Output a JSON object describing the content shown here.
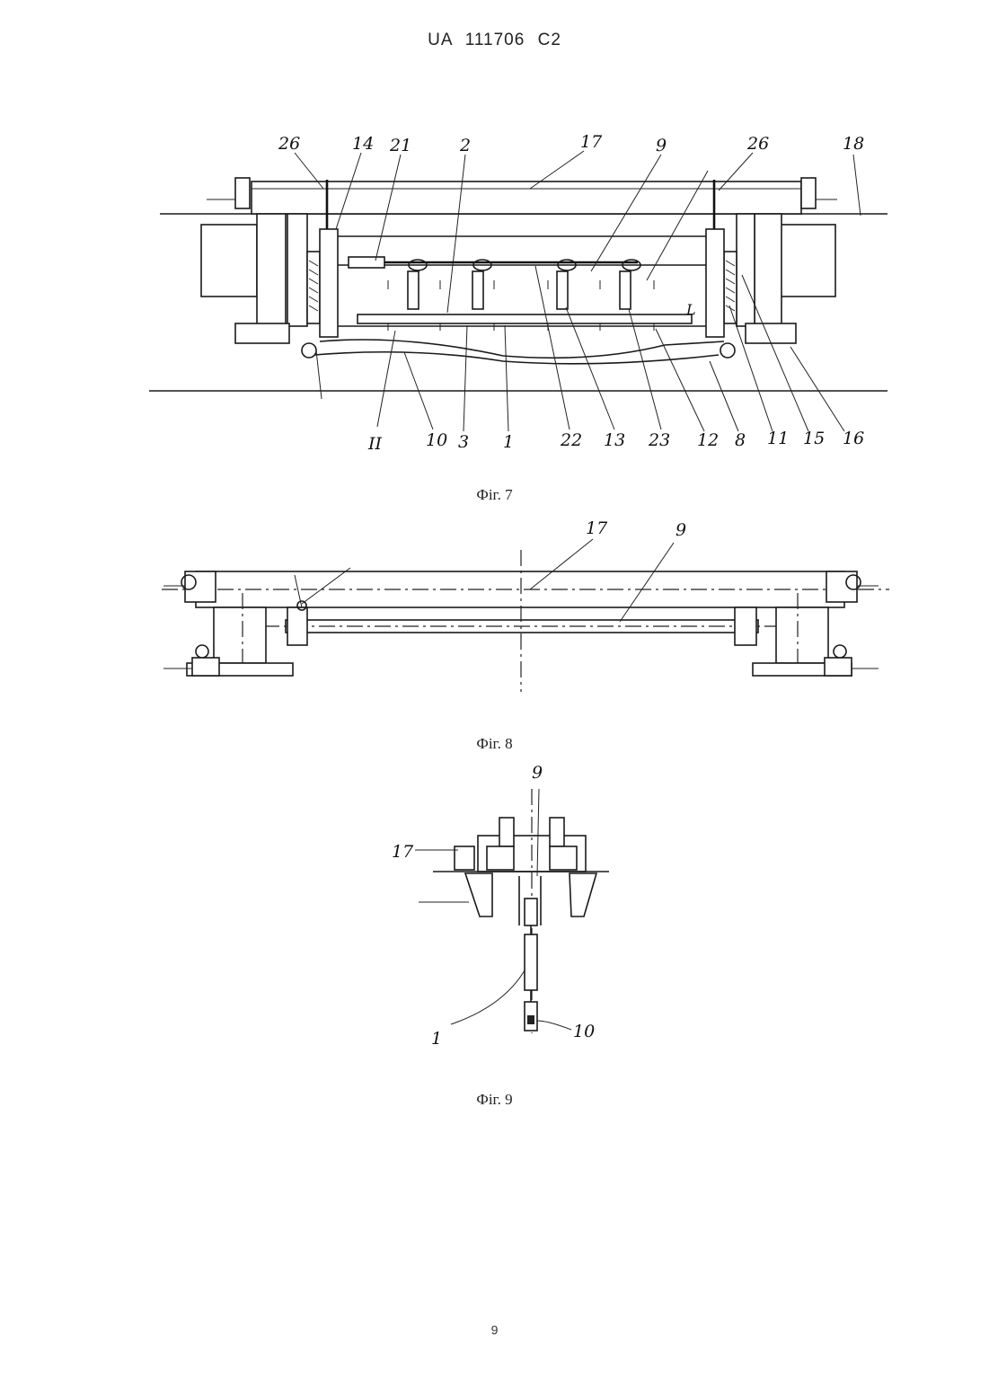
{
  "header": {
    "text": "UA   111706   C2"
  },
  "figures": [
    {
      "caption": "Фіг. 7",
      "labels": [
        "26",
        "14",
        "21",
        "2",
        "17",
        "9",
        "26",
        "18",
        "II",
        "10",
        "3",
        "1",
        "22",
        "13",
        "23",
        "12",
        "8",
        "11",
        "15",
        "16",
        "L"
      ]
    },
    {
      "caption": "Фіг. 8",
      "labels": [
        "17",
        "9"
      ]
    },
    {
      "caption": "Фіг. 9",
      "labels": [
        "9",
        "17",
        "1",
        "10"
      ]
    }
  ],
  "page_number": "9"
}
